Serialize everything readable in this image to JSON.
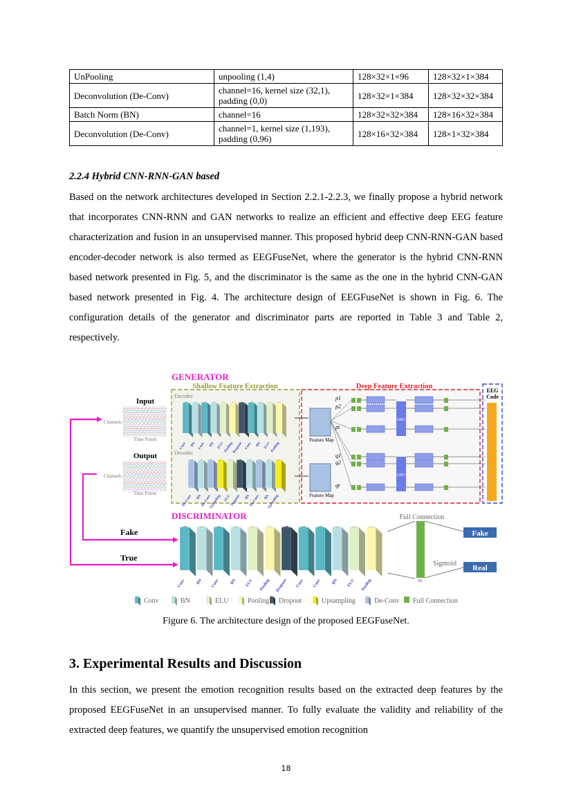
{
  "table": {
    "rows": [
      [
        "UnPooling",
        "unpooling (1,4)",
        "128×32×1×96",
        "128×32×1×384"
      ],
      [
        "Deconvolution (De-Conv)",
        "channel=16, kernel size (32,1), padding (0,0)",
        "128×32×1×384",
        "128×32×32×384"
      ],
      [
        "Batch Norm (BN)",
        "channel=16",
        "128×32×32×384",
        "128×16×32×384"
      ],
      [
        "Deconvolution (De-Conv)",
        "channel=1, kernel size (1,193), padding (0,96)",
        "128×16×32×384",
        "128×1×32×384"
      ]
    ]
  },
  "section": {
    "subheading": "2.2.4 Hybrid CNN-RNN-GAN based",
    "paragraph": "Based on the network architectures developed in Section 2.2.1-2.2.3, we finally propose a hybrid network that incorporates CNN-RNN and GAN networks to realize an efficient and effective deep EEG feature characterization and fusion in an unsupervised manner. This proposed hybrid deep CNN-RNN-GAN based encoder-decoder network is also termed as EEGFuseNet, where the generator is the hybrid CNN-RNN based network presented in Fig. 5, and the discriminator is the same as the one in the hybrid CNN-GAN based network presented in Fig. 4. The architecture design of EEGFuseNet is shown in Fig. 6. The configuration details of the generator and discriminator parts are reported in Table 3 and Table 2, respectively."
  },
  "figure": {
    "generator_title": "GENERATOR",
    "shallow_title": "Shallow Feature Extraction",
    "deep_title": "Deep Feature Extraction",
    "eeg_code": [
      "EEG",
      "Code"
    ],
    "encoder": "Encoder",
    "decoder": "Decoder",
    "input": "Input",
    "output": "Output",
    "channels": "Channels",
    "time_points": "Time Points",
    "feature_map": "Feature Map",
    "gru": "GRU",
    "fc": "FC",
    "elu": "ELU",
    "p_labels": [
      "p1",
      "p2",
      "pt"
    ],
    "q_labels": [
      "q1",
      "q2",
      "qt"
    ],
    "encoder_layers": [
      "Conv",
      "BN",
      "Conv",
      "BN",
      "ELU",
      "Pooling",
      "Dropout",
      "Conv",
      "BN",
      "ELU",
      "Pooling"
    ],
    "decoder_layers": [
      "De-Conv",
      "BN",
      "De-Conv",
      "UpPooling",
      "ELU",
      "Dropout",
      "BN",
      "De-Conv",
      "BN",
      "UpPooling"
    ],
    "discriminator_title": "DISCRIMINATOR",
    "disc_layers": [
      "Conv",
      "BN",
      "Conv",
      "BN",
      "ELU",
      "Pooling",
      "Dropout",
      "Conv",
      "Conv",
      "BN",
      "ELU",
      "Pooling"
    ],
    "full_connection": "Full Connection",
    "fake": "Fake",
    "true": "True",
    "sigmoid": "Sigmoid",
    "out_fake": "Fake",
    "out_real": "Real",
    "legend": [
      "Conv",
      "BN",
      "ELU",
      "Pooling",
      "Dropout",
      "Upsampling",
      "De-Conv",
      "Full Connection"
    ],
    "colors": {
      "conv": "#5bb8c4",
      "bn": "#b9dfe3",
      "elu": "#e0efc4",
      "pooling": "#fbf7b0",
      "dropout": "#3e5566",
      "upsampling": "#f4ec1c",
      "deconv": "#a9c2e2",
      "fc": "#6fb04a",
      "magenta": "#e61ec8",
      "red": "#d8242c",
      "blue": "#3a44c8",
      "olive": "#9a9a3a",
      "code": "#f5a81e",
      "lstm": "#8e9ee8"
    }
  },
  "caption": "Figure 6. The architecture design of the proposed EEGFuseNet.",
  "heading3": "3.  Experimental Results and Discussion",
  "paragraph3": "In this section, we present the emotion recognition results based on the extracted deep features by the proposed EEGFuseNet in an unsupervised manner. To fully evaluate the validity and reliability of the extracted deep features, we quantify the unsupervised emotion recognition",
  "page_number": "18"
}
